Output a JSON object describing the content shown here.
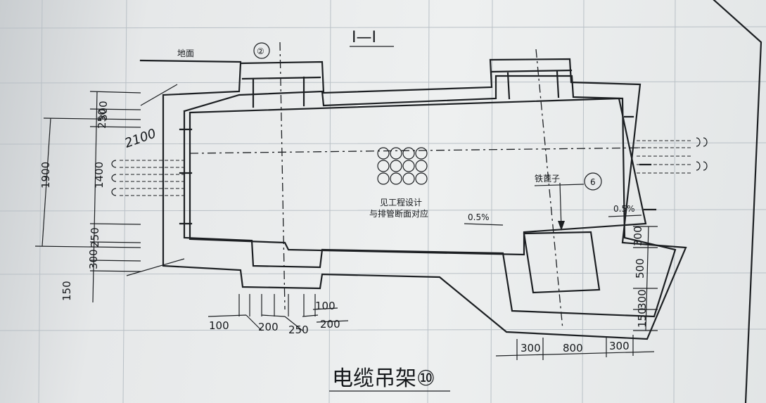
{
  "drawing": {
    "section_title": "I—I",
    "ground_label": "地面",
    "callout_2": "②",
    "callout_6": "6",
    "iron_grate_label": "铁蓖子",
    "note_line1": "见工程设计",
    "note_line2": "与排管断面对应",
    "slope_left": "0.5%",
    "slope_right": "0.5%",
    "diameter_label": "2100",
    "footer_title": "电缆吊架⑩",
    "dims_left_vertical": [
      "300",
      "250",
      "1400",
      "250",
      "300",
      "150"
    ],
    "dim_total_left": "1900",
    "dims_bottom_center": [
      "100",
      "200",
      "250",
      "200",
      "100"
    ],
    "dims_bottom_right": [
      "300",
      "800",
      "300"
    ],
    "dims_right_vertical": [
      "300",
      "500",
      "300",
      "150"
    ]
  },
  "colors": {
    "paper": "#e6e8e9",
    "ink": "#1c1f22",
    "grid": "#b9c0c6"
  }
}
